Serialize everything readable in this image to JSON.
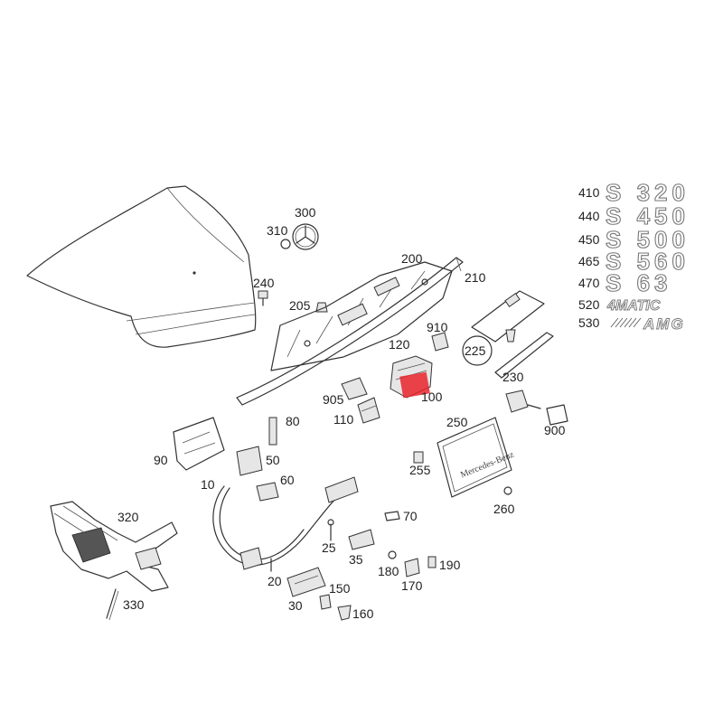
{
  "diagram": {
    "part_labels": {
      "p10": "10",
      "p20": "20",
      "p25": "25",
      "p30": "30",
      "p35": "35",
      "p50": "50",
      "p60": "60",
      "p70": "70",
      "p80": "80",
      "p90": "90",
      "p100": "100",
      "p110": "110",
      "p120": "120",
      "p150": "150",
      "p160": "160",
      "p170": "170",
      "p180": "180",
      "p190": "190",
      "p200": "200",
      "p205": "205",
      "p210": "210",
      "p225": "225",
      "p230": "230",
      "p240": "240",
      "p250": "250",
      "p255": "255",
      "p260": "260",
      "p300": "300",
      "p310": "310",
      "p320": "320",
      "p330": "330",
      "p900": "900",
      "p905": "905",
      "p910": "910"
    },
    "badges": [
      {
        "num": "410",
        "text": "S 320"
      },
      {
        "num": "440",
        "text": "S 450"
      },
      {
        "num": "450",
        "text": "S 500"
      },
      {
        "num": "465",
        "text": "S 560"
      },
      {
        "num": "470",
        "text": "S 63"
      },
      {
        "num": "520",
        "text": "4MATIC"
      },
      {
        "num": "530",
        "text": "AMG"
      }
    ],
    "plate_text": "Mercedes-Benz",
    "highlight_color": "#e8242c"
  }
}
